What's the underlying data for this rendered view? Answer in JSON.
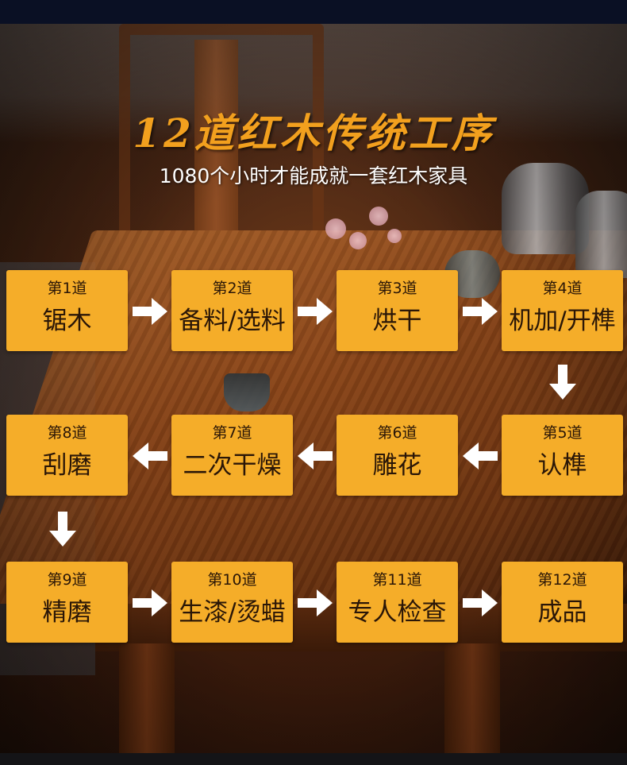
{
  "header": {
    "title": "12道红木传统工序",
    "subtitle": "1080个小时才能成就一套红木家具"
  },
  "steps": [
    {
      "num": "第1道",
      "name": "锯木"
    },
    {
      "num": "第2道",
      "name": "备料/选料"
    },
    {
      "num": "第3道",
      "name": "烘干"
    },
    {
      "num": "第4道",
      "name": "机加/开榫"
    },
    {
      "num": "第5道",
      "name": "认榫"
    },
    {
      "num": "第6道",
      "name": "雕花"
    },
    {
      "num": "第7道",
      "name": "二次干燥"
    },
    {
      "num": "第8道",
      "name": "刮磨"
    },
    {
      "num": "第9道",
      "name": "精磨"
    },
    {
      "num": "第10道",
      "name": "生漆/烫蜡"
    },
    {
      "num": "第11道",
      "name": "专人检查"
    },
    {
      "num": "第12道",
      "name": "成品"
    }
  ],
  "colors": {
    "title": "#f2a01e",
    "step_box": "#f5ad29",
    "arrow": "#ffffff"
  },
  "icons": {
    "flow_arrow": "arrow-icon"
  }
}
